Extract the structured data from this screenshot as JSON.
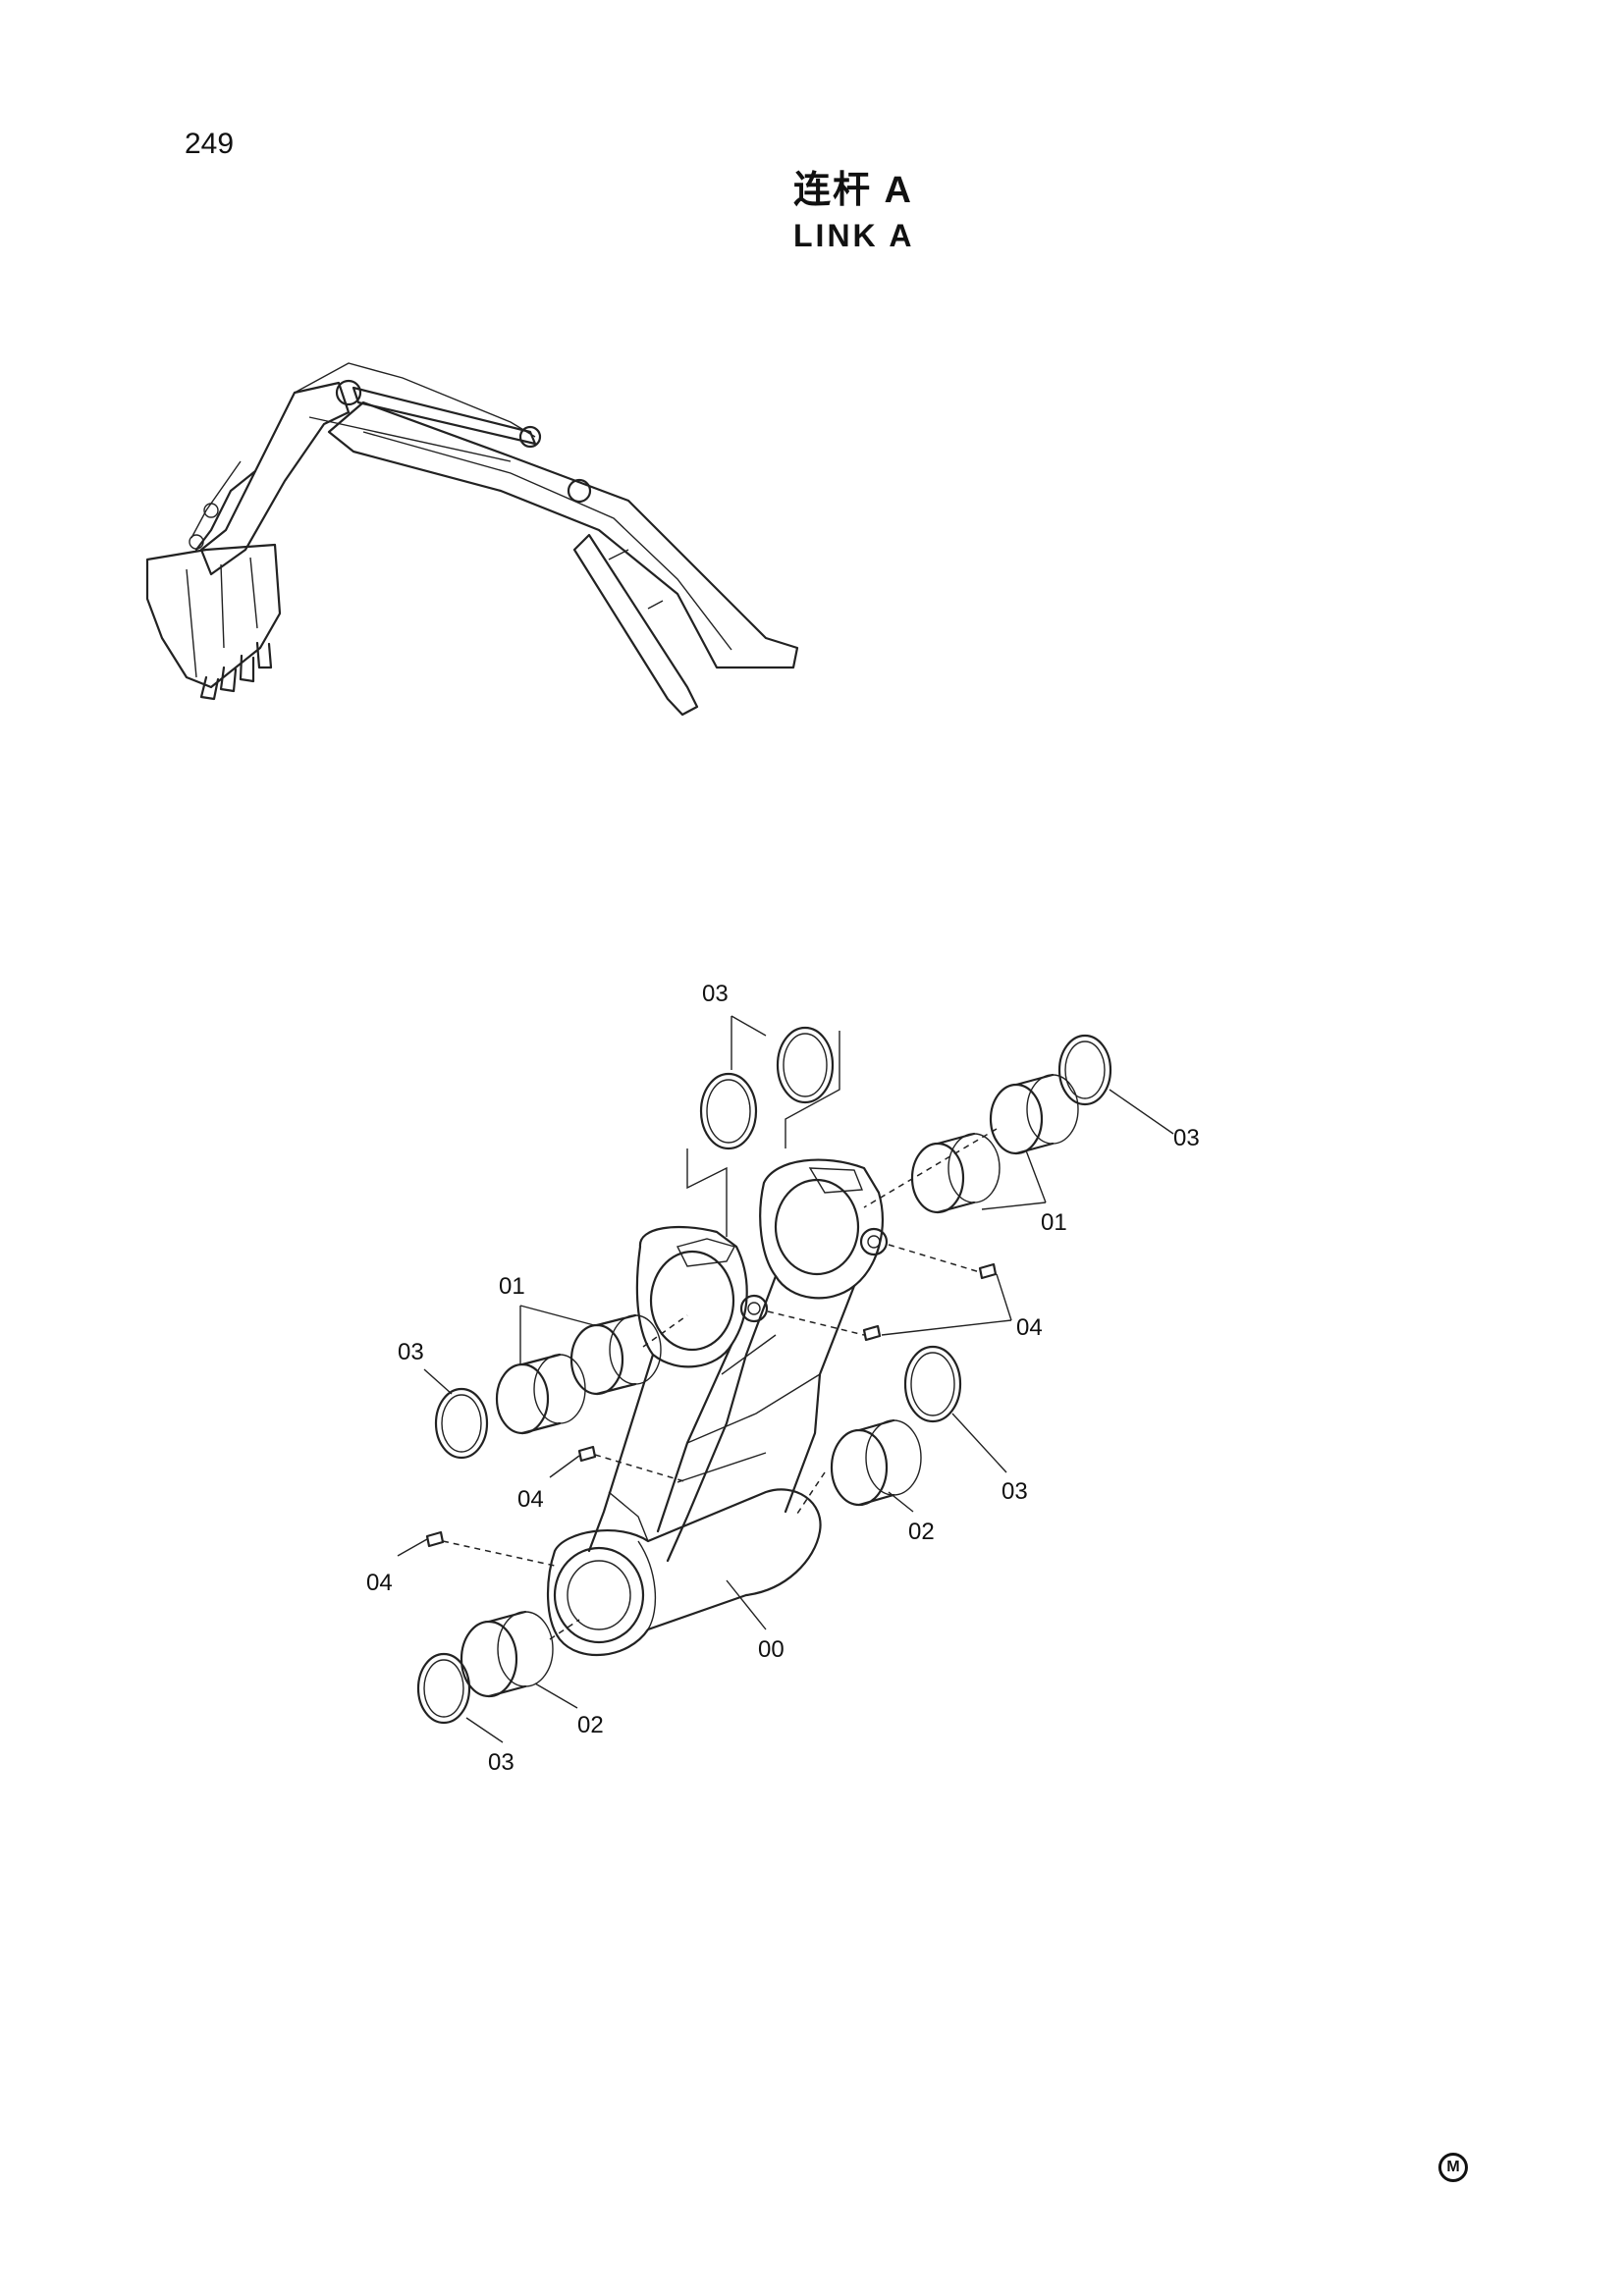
{
  "page": {
    "number": "249",
    "title_cn": "连杆 A",
    "title_en": "LINK  A",
    "corner_mark": "M"
  },
  "parts": [
    {
      "id": "00"
    },
    {
      "id": "01"
    },
    {
      "id": "02"
    },
    {
      "id": "03"
    },
    {
      "id": "04"
    }
  ],
  "callouts": {
    "c03_top": "03",
    "c03_right_top": "03",
    "c01_right": "01",
    "c04_right": "04",
    "c01_left": "01",
    "c03_left": "03",
    "c04_mid": "04",
    "c04_left": "04",
    "c03_right_mid": "03",
    "c02_right": "02",
    "c00": "00",
    "c02_bottom": "02",
    "c03_bottom": "03"
  }
}
